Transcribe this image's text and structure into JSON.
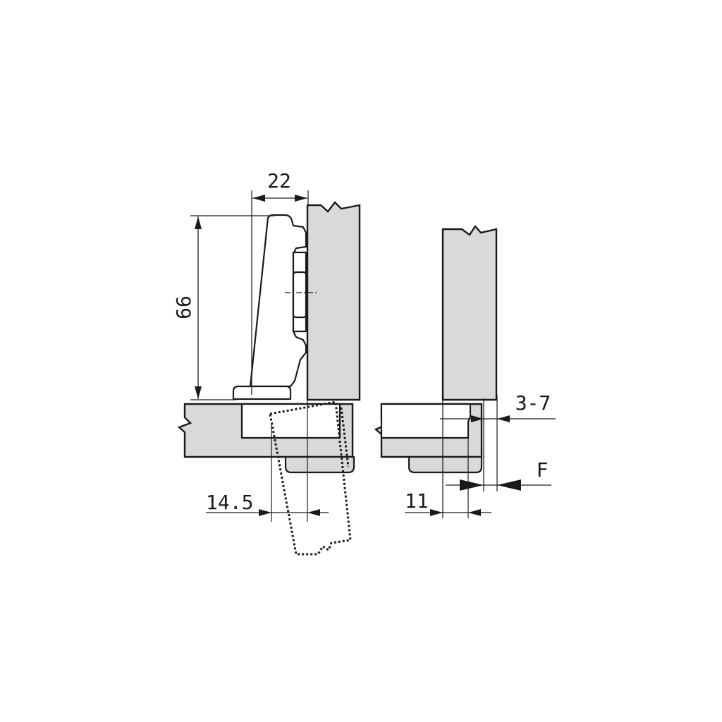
{
  "diagram": {
    "dimensions": {
      "width_top": "22",
      "height": "66",
      "offset_left": "14.5",
      "overlay": "3-7",
      "f_label": "F",
      "bottom_right": "11"
    }
  }
}
